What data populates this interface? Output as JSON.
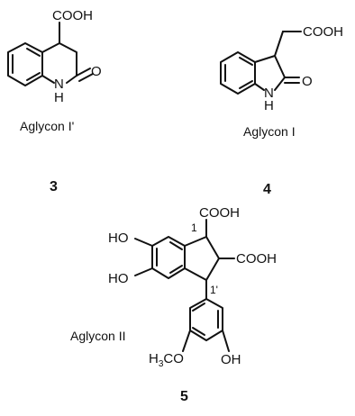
{
  "atoms": {
    "cooh": "COOH",
    "o": "O",
    "h": "H",
    "n": "N",
    "ho": "HO",
    "oh": "OH",
    "h3co_h": "H",
    "h3co_sub": "3",
    "h3co_co": "CO"
  },
  "compounds": [
    {
      "label": "Aglycon I'",
      "number": "3"
    },
    {
      "label": "Aglycon I",
      "number": "4"
    },
    {
      "label": "Aglycon II",
      "number": "5"
    }
  ],
  "locants": {
    "c1": "1",
    "c1prime": "1'"
  }
}
